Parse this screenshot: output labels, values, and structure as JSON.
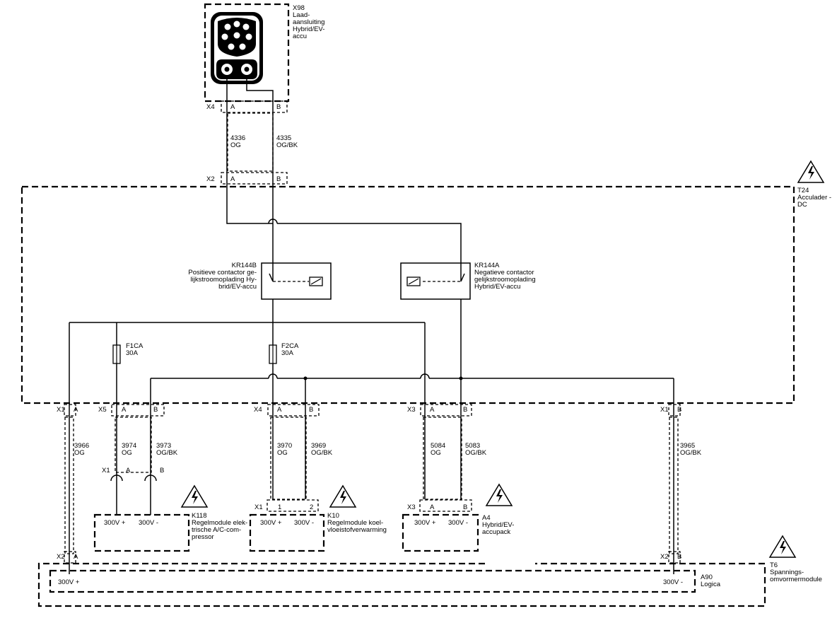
{
  "components": {
    "x98": {
      "id": "X98",
      "line1": "Laad-",
      "line2": "aansluiting",
      "line3": "Hybrid/EV-",
      "line4": "accu"
    },
    "t24": {
      "id": "T24",
      "line1": "Acculader -",
      "line2": "DC"
    },
    "kr144b": {
      "id": "KR144B",
      "line1": "Positieve contactor ge-",
      "line2": "lijkstroomoplading Hy-",
      "line3": "brid/EV-accu"
    },
    "kr144a": {
      "id": "KR144A",
      "line1": "Negatieve contactor",
      "line2": "gelijkstroomoplading",
      "line3": "Hybrid/EV-accu"
    },
    "f1ca": {
      "id": "F1CA",
      "rating": "30A"
    },
    "f2ca": {
      "id": "F2CA",
      "rating": "30A"
    },
    "k118": {
      "id": "K118",
      "line1": "Regelmodule elek-",
      "line2": "trische A/C-com-",
      "line3": "pressor",
      "pos": "300V +",
      "neg": "300V -"
    },
    "k10": {
      "id": "K10",
      "line1": "Regelmodule koel-",
      "line2": "vloeistofverwarming",
      "pos": "300V +",
      "neg": "300V -"
    },
    "a4": {
      "id": "A4",
      "line1": "Hybrid/EV-",
      "line2": "accupack",
      "pos": "300V +",
      "neg": "300V -"
    },
    "t6": {
      "id": "T6",
      "line1": "Spannings-",
      "line2": "omvormermodule"
    },
    "a90": {
      "id": "A90",
      "line1": "Logica",
      "pos": "300V +",
      "neg": "300V -"
    }
  },
  "connectors": {
    "x4_top": "X4",
    "x2_top": "X2",
    "x1_left": "X1",
    "x5": "X5",
    "x4_mid": "X4",
    "x3_mid": "X3",
    "x1_right": "X1",
    "x1_k118": "X1",
    "x1_k10": "X1",
    "x3_a4": "X3",
    "x2_left": "X2",
    "x2_right": "X2",
    "pin_a": "A",
    "pin_b": "B",
    "pin_1": "1",
    "pin_2": "2"
  },
  "wires": {
    "w4336": {
      "num": "4336",
      "color": "OG"
    },
    "w4335": {
      "num": "4335",
      "color": "OG/BK"
    },
    "w3966": {
      "num": "3966",
      "color": "OG"
    },
    "w3974": {
      "num": "3974",
      "color": "OG"
    },
    "w3973": {
      "num": "3973",
      "color": "OG/BK"
    },
    "w3970": {
      "num": "3970",
      "color": "OG"
    },
    "w3969": {
      "num": "3969",
      "color": "OG/BK"
    },
    "w5084": {
      "num": "5084",
      "color": "OG"
    },
    "w5083": {
      "num": "5083",
      "color": "OG/BK"
    },
    "w3965": {
      "num": "3965",
      "color": "OG/BK"
    }
  },
  "icons": {
    "hv_warning": "high-voltage-warning-icon",
    "charge_port": "charge-port-icon",
    "fuse": "fuse-icon",
    "relay_coil": "relay-coil-icon"
  },
  "colors": {
    "line": "#000000",
    "background": "#ffffff"
  }
}
